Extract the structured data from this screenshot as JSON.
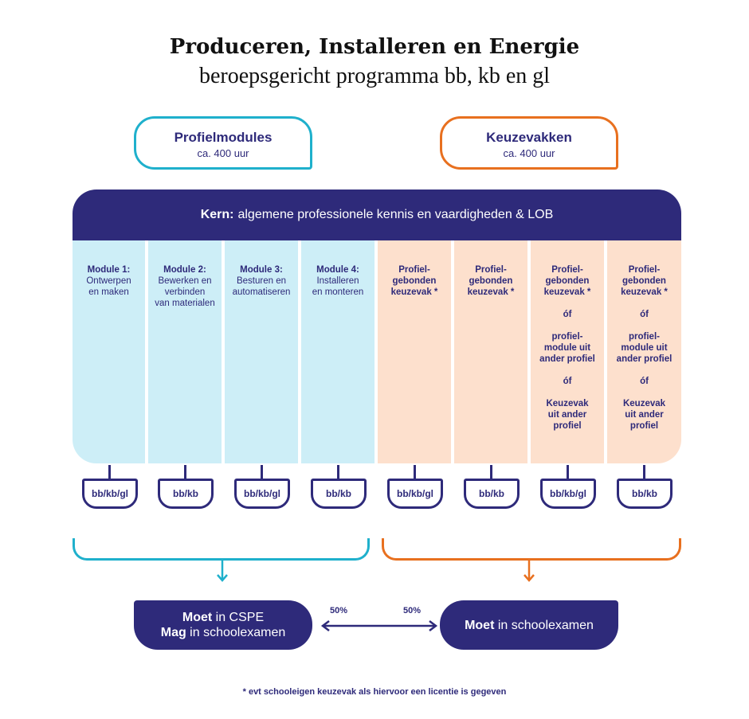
{
  "title": "Produceren, Installeren en Energie",
  "subtitle": "beroepsgericht programma bb, kb en gl",
  "profielmodules": {
    "title": "Profielmodules",
    "sub": "ca. 400 uur"
  },
  "keuzevakken": {
    "title": "Keuzevakken",
    "sub": "ca. 400 uur"
  },
  "kern": {
    "bold": "Kern:",
    "text": "algemene professionele kennis en vaardigheden & LOB"
  },
  "modules": [
    {
      "name": "Module 1:",
      "l1": "Ontwerpen",
      "l2": "en maken",
      "l3": "",
      "level": "bb/kb/gl"
    },
    {
      "name": "Module 2:",
      "l1": "Bewerken en",
      "l2": "verbinden",
      "l3": "van materialen",
      "level": "bb/kb"
    },
    {
      "name": "Module 3:",
      "l1": "Besturen en",
      "l2": "automatiseren",
      "l3": "",
      "level": "bb/kb/gl"
    },
    {
      "name": "Module 4:",
      "l1": "Installeren",
      "l2": "en monteren",
      "l3": "",
      "level": "bb/kb"
    }
  ],
  "keuze": [
    {
      "l1": "Profiel-",
      "l2": "gebonden",
      "l3": "keuzevak *",
      "level": "bb/kb/gl"
    },
    {
      "l1": "Profiel-",
      "l2": "gebonden",
      "l3": "keuzevak *",
      "level": "bb/kb"
    },
    {
      "l1": "Profiel-",
      "l2": "gebonden",
      "l3": "keuzevak *",
      "of1": "óf",
      "a1": "profiel-",
      "a2": "module uit",
      "a3": "ander profiel",
      "of2": "óf",
      "b1": "Keuzevak",
      "b2": "uit ander",
      "b3": "profiel",
      "level": "bb/kb/gl"
    },
    {
      "l1": "Profiel-",
      "l2": "gebonden",
      "l3": "keuzevak *",
      "of1": "óf",
      "a1": "profiel-",
      "a2": "module uit",
      "a3": "ander profiel",
      "of2": "óf",
      "b1": "Keuzevak",
      "b2": "uit ander",
      "b3": "profiel",
      "level": "bb/kb"
    }
  ],
  "exam_left": {
    "b1": "Moet",
    "t1": " in CSPE",
    "b2": "Mag",
    "t2": " in schoolexamen"
  },
  "exam_right": {
    "b1": "Moet",
    "t1": " in schoolexamen"
  },
  "pct_left": "50%",
  "pct_right": "50%",
  "footnote": "* evt schooleigen keuzevak als hiervoor een licentie is gegeven",
  "colors": {
    "navy": "#2e2a7a",
    "cyan": "#1fb0cc",
    "orange": "#e8701f",
    "light_blue": "#cdeef7",
    "light_orange": "#fde0cd"
  }
}
